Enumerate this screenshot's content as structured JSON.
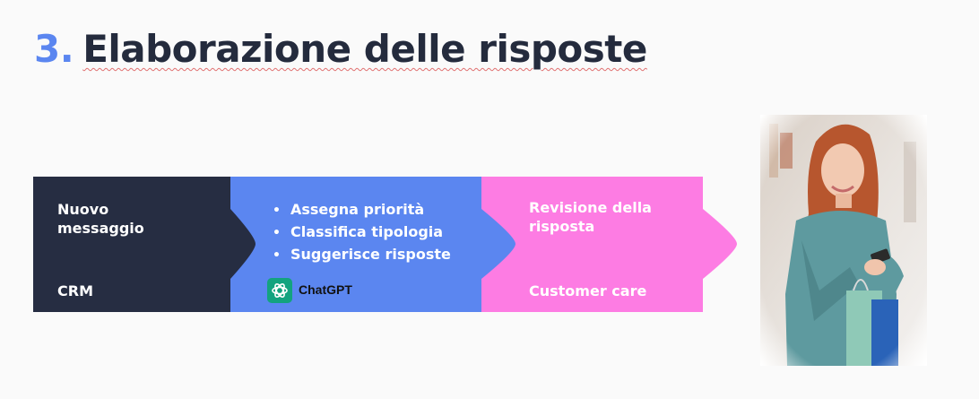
{
  "title": {
    "number": "3.",
    "text": "Elaborazione delle risposte"
  },
  "stages": [
    {
      "top": "Nuovo messaggio",
      "bottom": "CRM",
      "color": "#262d42"
    },
    {
      "bullets": [
        "Assegna priorità",
        "Classifica tipologia",
        "Suggerisce risposte"
      ],
      "bottom": "ChatGPT",
      "color": "#5b86f0"
    },
    {
      "top": "Revisione della risposta",
      "bottom": "Customer care",
      "color": "#fd7ce3"
    }
  ],
  "colors": {
    "title_number": "#5b86f0",
    "title_text": "#242b3d",
    "chatgpt_icon": "#13a37f"
  },
  "icons": {
    "chatgpt": "chatgpt-logo-icon"
  }
}
